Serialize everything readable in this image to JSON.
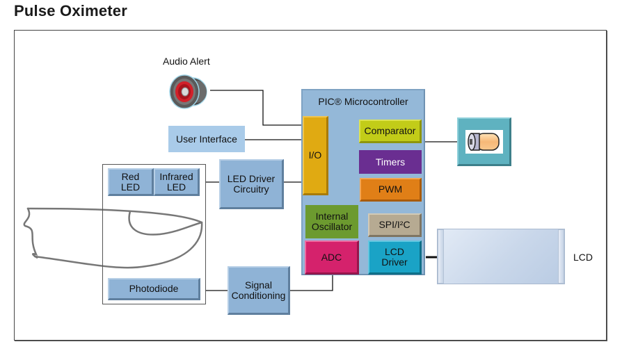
{
  "title": "Pulse Oximeter",
  "diagram": {
    "audio_alert": {
      "label": "Audio Alert",
      "icon": "speaker-icon"
    },
    "user_interface": {
      "label": "User Interface"
    },
    "microcontroller": {
      "label": "PIC® Microcontroller",
      "modules": {
        "io": "I/O",
        "comparator": "Comparator",
        "timers": "Timers",
        "pwm": "PWM",
        "internal_oscillator": "Internal Oscillator",
        "spi_i2c": "SPI/I²C",
        "adc": "ADC",
        "lcd_driver": "LCD Driver"
      }
    },
    "battery": {
      "icon": "battery-icon"
    },
    "sensor": {
      "red_led": "Red LED",
      "infrared_led": "Infrared LED",
      "photodiode": "Photodiode",
      "finger_icon": "finger-icon"
    },
    "led_driver": {
      "label": "LED Driver Circuitry"
    },
    "signal_conditioning": {
      "label": "Signal Conditioning"
    },
    "lcd": {
      "label": "LCD"
    },
    "colors": {
      "io": "#e0aa12",
      "comparator": "#c2cc18",
      "timers": "#6a2e91",
      "pwm": "#e07f17",
      "internal_oscillator": "#6c9a2f",
      "spi_i2c": "#b6aa92",
      "adc": "#d5226c",
      "lcd_driver": "#1aa3c6",
      "block_blue": "#8fb3d6",
      "battery_box": "#5fb2c0"
    }
  }
}
